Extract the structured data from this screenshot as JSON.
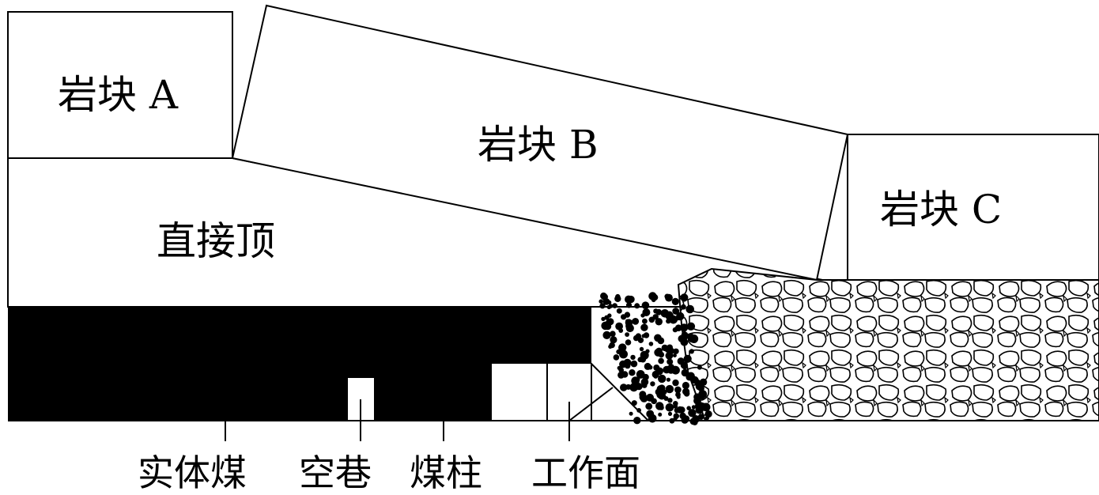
{
  "labels": {
    "block_a": "岩块 A",
    "block_b": "岩块 B",
    "block_c": "岩块 C",
    "immediate_roof": "直接顶",
    "solid_coal": "实体煤",
    "empty_roadway": "空巷",
    "coal_pillar": "煤柱",
    "working_face": "工作面"
  },
  "colors": {
    "coal": "#000000",
    "rock": "#ffffff",
    "outline": "#000000"
  }
}
